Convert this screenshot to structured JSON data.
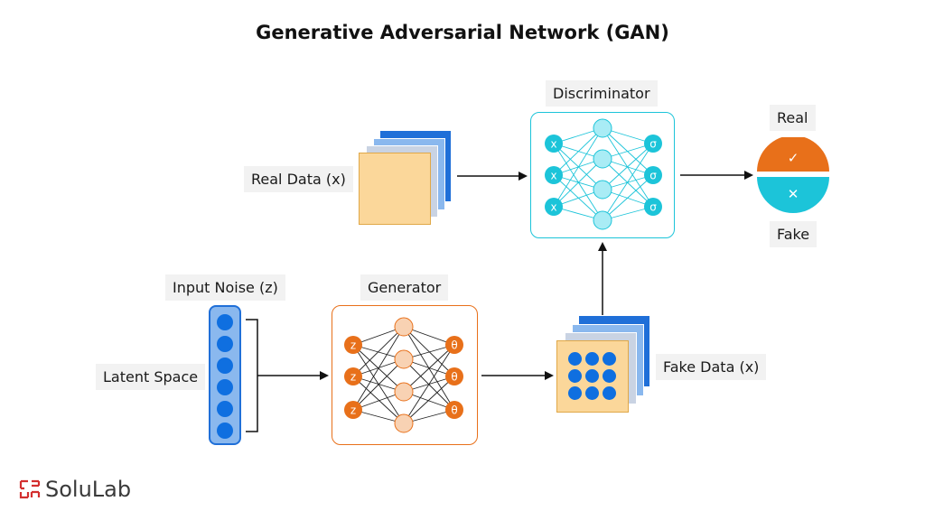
{
  "title": "Generative Adversarial Network (GAN)",
  "labels": {
    "real_data": "Real Data (x)",
    "discriminator": "Discriminator",
    "real": "Real",
    "fake": "Fake",
    "input_noise": "Input Noise (z)",
    "latent_space": "Latent Space",
    "generator": "Generator",
    "fake_data": "Fake Data (x)"
  },
  "node_symbols": {
    "discriminator_input": "x",
    "discriminator_output": "σ",
    "generator_input": "z",
    "generator_output": "θ",
    "real_mark": "✓",
    "fake_mark": "✕"
  },
  "brand": {
    "name": "SoluLab"
  },
  "colors": {
    "discriminator": "#1cc4d9",
    "discriminator_light": "#a9ecf5",
    "generator": "#e8701a",
    "generator_light": "#f8d2b3",
    "data_sheet": "#fbd79a",
    "blue_accent": "#0f6fe0",
    "logo_red": "#d32f2f"
  }
}
